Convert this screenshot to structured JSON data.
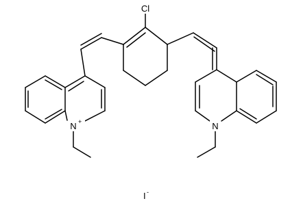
{
  "molecule": {
    "atoms": {
      "chloro": "Cl",
      "n_left": "N",
      "n_left_charge": "+",
      "n_right": "N",
      "counterion": "I",
      "counterion_charge": "-"
    },
    "colors": {
      "bond": "#000000",
      "background": "#ffffff"
    }
  }
}
